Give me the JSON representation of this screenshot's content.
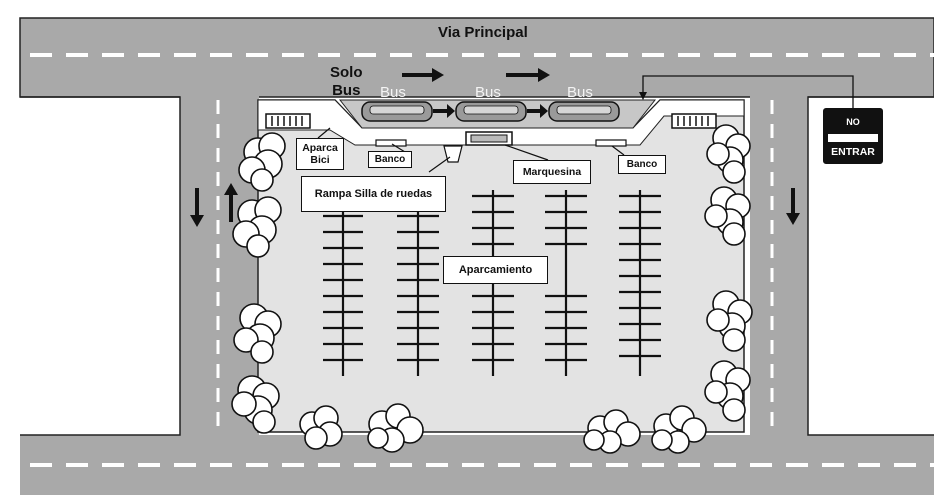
{
  "labels": {
    "via_principal": "Via Principal",
    "solo_bus": "Solo\nBus",
    "aparca_bici": "Aparca\nBici",
    "banco_left": "Banco",
    "banco_right": "Banco",
    "marquesina": "Marquesina",
    "rampa": "Rampa Silla de ruedas",
    "aparcamiento": "Aparcamiento"
  },
  "buses": [
    "Bus",
    "Bus",
    "Bus"
  ],
  "sign": {
    "top": "NO",
    "bottom": "ENTRAR"
  },
  "colors": {
    "road": "#a9a9a9",
    "lot": "#e3e3e3",
    "sidewalk": "#ffffff",
    "lane_marking": "#ffffff",
    "line": "#111111"
  },
  "icons": [
    "arrow-right-icon",
    "arrow-down-icon",
    "arrow-up-icon",
    "tree-icon",
    "bike-rack-icon",
    "bus-icon",
    "no-entry-sign-icon"
  ]
}
